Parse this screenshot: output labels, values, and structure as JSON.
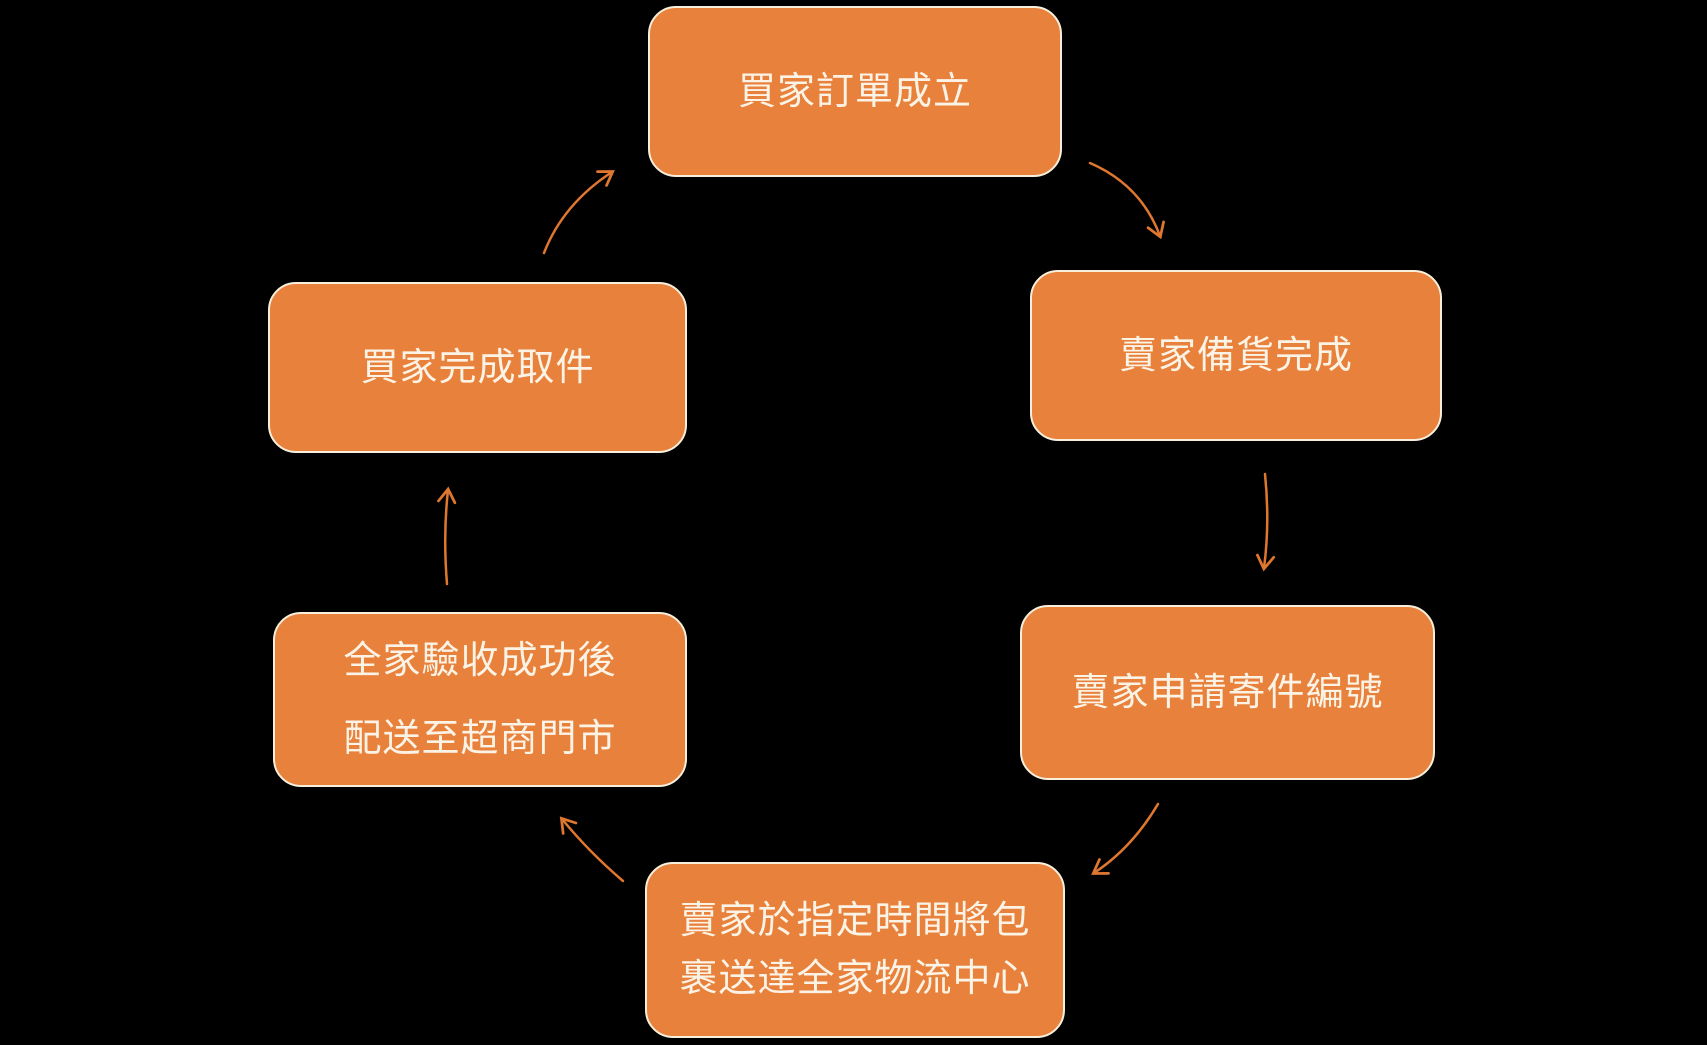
{
  "diagram": {
    "type": "cycle",
    "direction": "clockwise",
    "colors": {
      "background": "#000000",
      "node_fill": "#E8813B",
      "node_border": "#F7EEDC",
      "node_text": "#FBF3E6",
      "arrow": "#E0772F"
    },
    "nodes": [
      {
        "id": "buyer-order-created",
        "lines": [
          "買家訂單成立"
        ]
      },
      {
        "id": "seller-goods-ready",
        "lines": [
          "賣家備貨完成"
        ]
      },
      {
        "id": "seller-request-shipping-number",
        "lines": [
          "賣家申請寄件編號"
        ]
      },
      {
        "id": "seller-deliver-to-familymart-logistics",
        "lines": [
          "賣家於指定時間將包",
          "裹送達全家物流中心"
        ]
      },
      {
        "id": "familymart-verify-deliver-to-store",
        "lines": [
          "全家驗收成功後",
          "配送至超商門市"
        ]
      },
      {
        "id": "buyer-pickup-complete",
        "lines": [
          "買家完成取件"
        ]
      }
    ]
  }
}
